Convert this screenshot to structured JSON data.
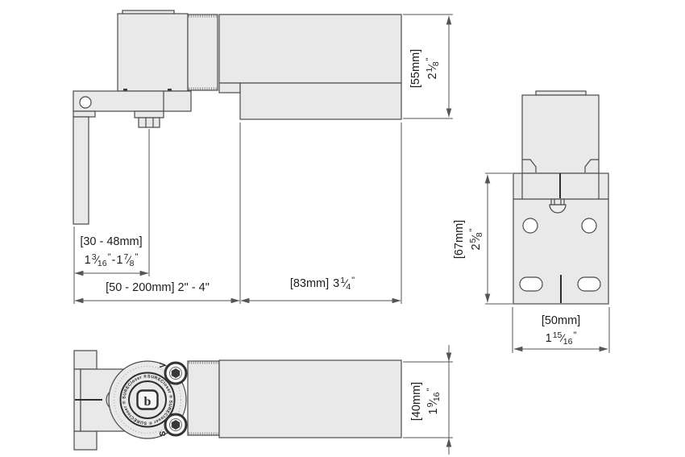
{
  "palette": {
    "background": "#ffffff",
    "line": "#4a4a4a",
    "part_fill": "#e9e9e9",
    "text": "#1d1d1d"
  },
  "glyphs": {
    "frac_slash": "⁄",
    "inch": "\"",
    "dash": "-"
  },
  "dimensions": {
    "height_55": {
      "metric": "[55mm]",
      "imp": {
        "w": "2",
        "n": "1",
        "d": "8"
      }
    },
    "reveal_30_48": {
      "metric": "[30 - 48mm]",
      "imp1": {
        "w": "1",
        "n": "3",
        "d": "16"
      },
      "imp2": {
        "w": "1",
        "n": "7",
        "d": "8"
      }
    },
    "backset_50_200": {
      "label": "[50 - 200mm] 2\" - 4\""
    },
    "body_83": {
      "metric": "[83mm]",
      "imp": {
        "w": "3",
        "n": "1",
        "d": "4"
      }
    },
    "plate_height_67": {
      "metric": "[67mm]",
      "imp": {
        "w": "2",
        "n": "5",
        "d": "8"
      }
    },
    "plate_width_50": {
      "metric": "[50mm]",
      "imp": {
        "w": "1",
        "n": "15",
        "d": "16"
      }
    },
    "body_depth_40": {
      "metric": "[40mm]",
      "imp": {
        "w": "1",
        "n": "9",
        "d": "16"
      }
    }
  },
  "branding": {
    "ring_text": "SURECloser ® SURECloser ® SURECloser ® SURECloser ®",
    "logo_letter": "b"
  },
  "adjusters": {
    "valve_label": "V",
    "speed_label": "S"
  }
}
